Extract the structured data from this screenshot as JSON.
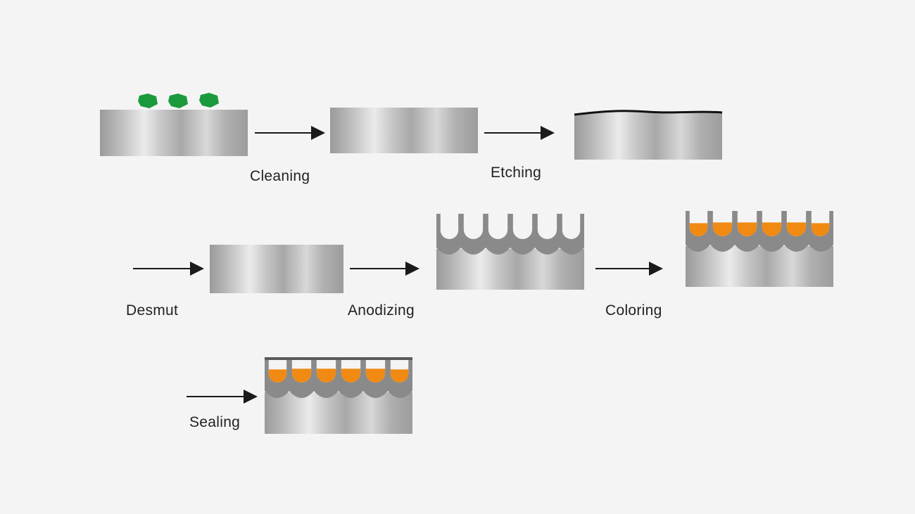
{
  "steps": {
    "cleaning": "Cleaning",
    "etching": "Etching",
    "desmut": "Desmut",
    "anodizing": "Anodizing",
    "coloring": "Coloring",
    "sealing": "Sealing"
  },
  "colors": {
    "background": "#f4f4f4",
    "contaminant": "#1a9a3c",
    "oxide": "#8a8a8a",
    "dye": "#f08a12",
    "arrow": "#1a1a1a"
  },
  "icons": {
    "contaminant": "hexagon-particle",
    "arrow": "right-arrow"
  }
}
